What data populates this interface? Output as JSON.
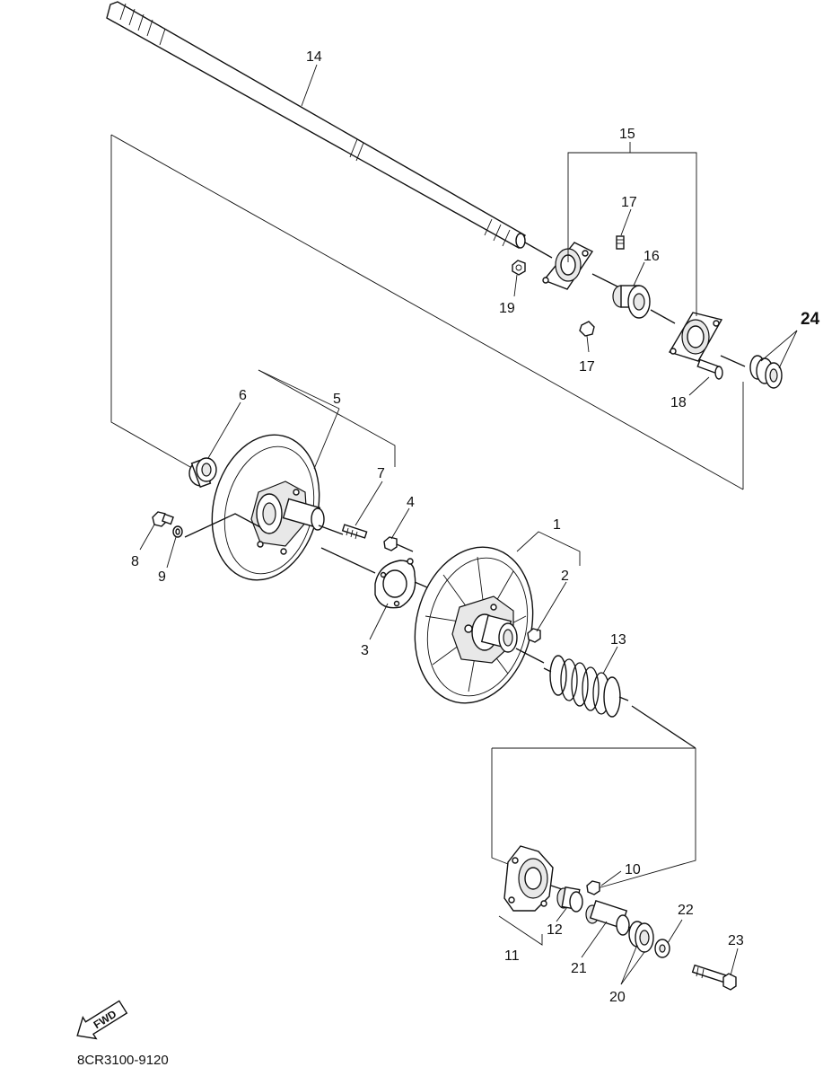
{
  "diagram_code": "8CR3100-9120",
  "fwd_label": "FWD",
  "callouts": {
    "c1": "1",
    "c2": "2",
    "c3": "3",
    "c4": "4",
    "c5": "5",
    "c6": "6",
    "c7": "7",
    "c8": "8",
    "c9": "9",
    "c10": "10",
    "c11": "11",
    "c12": "12",
    "c13": "13",
    "c14": "14",
    "c15": "15",
    "c16": "16",
    "c17a": "17",
    "c17b": "17",
    "c18": "18",
    "c19": "19",
    "c20": "20",
    "c21": "21",
    "c22": "22",
    "c23": "23",
    "c24": "24"
  }
}
